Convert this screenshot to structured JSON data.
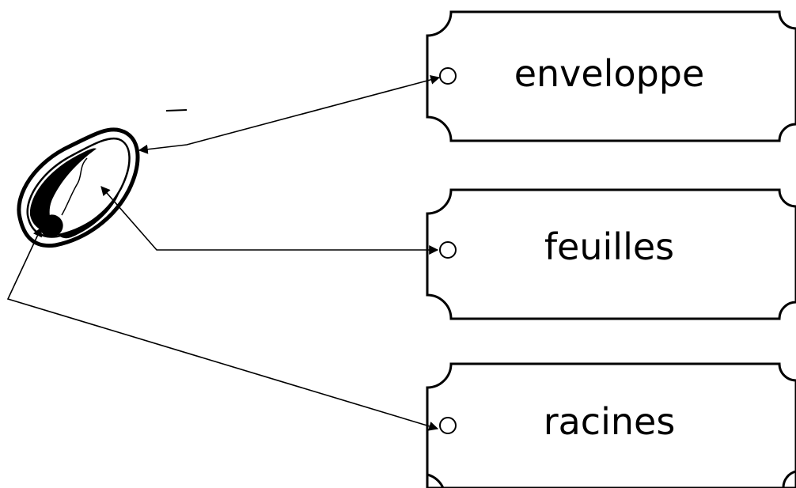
{
  "labels": [
    {
      "text": "enveloppe"
    },
    {
      "text": "feuilles"
    },
    {
      "text": "racines"
    }
  ],
  "colors": {
    "ink": "#000000",
    "background": "#ffffff"
  }
}
